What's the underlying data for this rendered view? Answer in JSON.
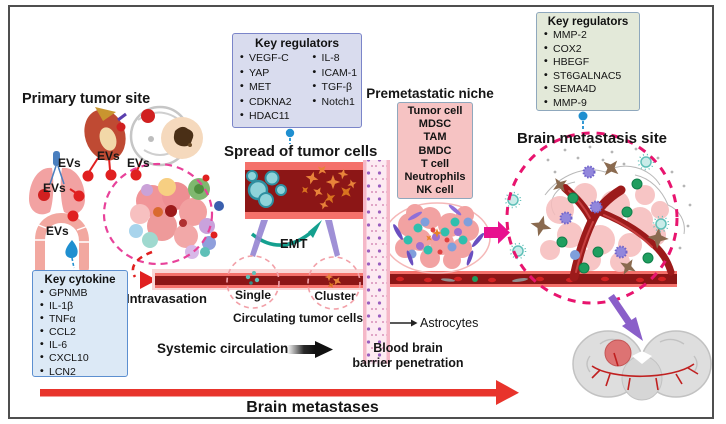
{
  "diagram": {
    "titles": {
      "primary": "Primary tumor site",
      "spread": "Spread of tumor cells",
      "premetastatic": "Premetastatic niche",
      "brain_site": "Brain metastasis site",
      "bottom_arrow": "Brain metastases"
    },
    "boxes": {
      "spread_regulators": {
        "title": "Key regulators",
        "col1": [
          "VEGF-C",
          "YAP",
          "MET",
          "CDKNA2",
          "HDAC11"
        ],
        "col2": [
          "IL-8",
          "ICAM-1",
          "TGF-β",
          "Notch1"
        ]
      },
      "brain_regulators": {
        "title": "Key regulators",
        "items": [
          "MMP-2",
          "COX2",
          "HBEGF",
          "ST6GALNAC5",
          "SEMA4D",
          "MMP-9"
        ]
      },
      "premetastatic_cells": {
        "items": [
          "Tumor cell",
          "MDSC",
          "TAM",
          "BMDC",
          "T cell",
          "Neutrophils",
          "NK cell"
        ]
      },
      "key_cytokine": {
        "title": "Key cytokine",
        "items": [
          "GPNMB",
          "IL-1β",
          "TNFα",
          "CCL2",
          "IL-6",
          "CXCL10",
          "LCN2"
        ]
      }
    },
    "labels": {
      "evs": [
        "EVs",
        "EVs",
        "EVs",
        "EVs",
        "EVs"
      ],
      "intravasation": "Intravasation",
      "single": "Single",
      "cluster": "Cluster",
      "circulating": "Circulating tumor cells",
      "systemic": "Systemic circulation",
      "bbb_line1": "Blood brain",
      "bbb_line2": "barrier penetration",
      "astrocytes": "Astrocytes",
      "emt": "EMT"
    },
    "colors": {
      "vessel": "#8c1616",
      "vessel_edge": "#f4716b",
      "dashed_magenta": "#e8146e",
      "arrow_red": "#e8342c",
      "emt_teal": "#14a08f",
      "purple_arrow": "#8a5fc9",
      "connector_blue": "#1f8fd0",
      "box_lavender": "#d9dcee",
      "box_green": "#e3e9d9",
      "box_pink": "#f6c3c3",
      "box_blue": "#dce9f6"
    }
  }
}
